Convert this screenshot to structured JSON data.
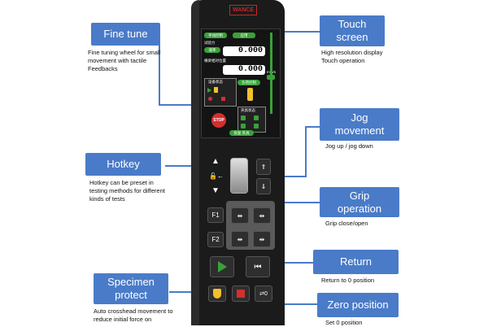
{
  "brand": "WANCE",
  "screen": {
    "tab1": "手动控制",
    "tab2": "应用",
    "label1": "试验力",
    "mode_pill": "速率",
    "force_value": "0.000",
    "label2": "横梁相对位置",
    "position_value": "0.000",
    "unit": "mm/s",
    "status_title": "设备状态",
    "pill_mid": "负荷控制",
    "actuator_title": "夹具状态",
    "stop_label": "STOP",
    "bottom_pill": "恢复 夹具"
  },
  "callouts": {
    "fine_tune": {
      "title": "Fine tune",
      "desc": "Fine tuning wheel for small movement with tactile Feedbacks"
    },
    "touch_screen": {
      "title": "Touch screen",
      "desc": "High resolution display Touch operation"
    },
    "jog_movement": {
      "title": "Jog movement",
      "desc": "Jog up / jog down"
    },
    "hotkey": {
      "title": "Hotkey",
      "desc": "Hotkey can be preset in testing methods for different kinds of tests"
    },
    "grip_operation": {
      "title": "Grip operation",
      "desc": "Grip close/open"
    },
    "return": {
      "title": "Return",
      "desc": "Return to 0 position"
    },
    "specimen_protect": {
      "title": "Specimen protect",
      "desc": "Auto crosshead movement to reduce initial force on"
    },
    "zero_position": {
      "title": "Zero position",
      "desc": "Set 0 position"
    }
  },
  "keys": {
    "f1": "F1",
    "f2": "F2"
  },
  "colors": {
    "callout": "#4a7bc8",
    "device": "#1b1b1b",
    "accent_green": "#3aa13a",
    "stop_red": "#d32f2f"
  }
}
